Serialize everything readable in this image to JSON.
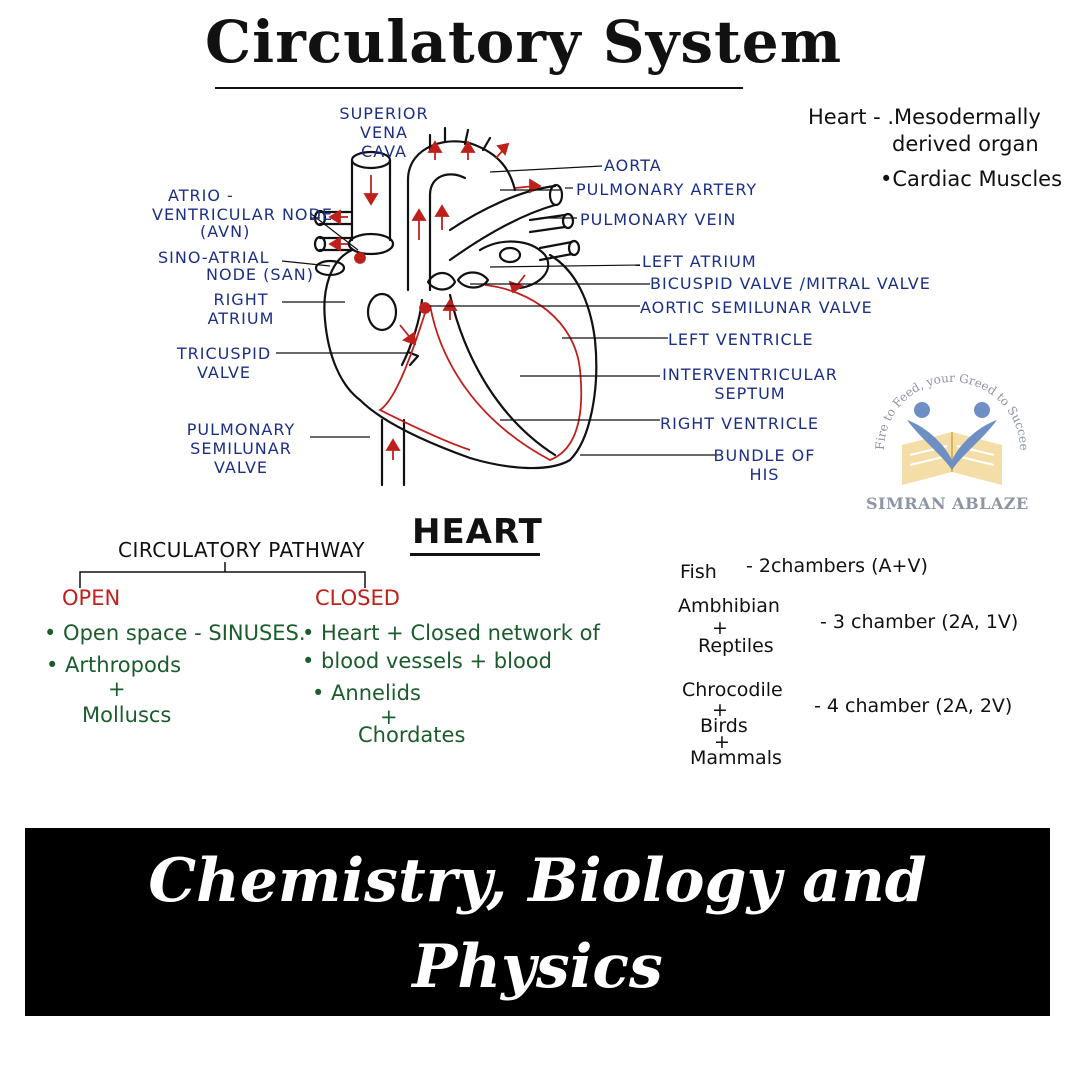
{
  "title": "Circulatory System",
  "notes": {
    "line1": "Heart - .Mesodermally",
    "line2": "derived organ",
    "line3": "•Cardiac Muscles"
  },
  "heart_labels": {
    "superior_vena_cava": "SUPERIOR VENA CAVA",
    "aorta": "AORTA",
    "pulmonary_artery": "PULMONARY ARTERY",
    "pulmonary_vein": "PULMONARY VEIN",
    "avn_1": "ATRIO -",
    "avn_2": "VENTRICULAR NODE",
    "avn_3": "(AVN)",
    "san_1": "SINO-ATRIAL",
    "san_2": "NODE (SAN)",
    "right_atrium": "RIGHT ATRIUM",
    "tricuspid_valve": "TRICUSPID VALVE",
    "pulmonary_semilunar_valve": "PULMONARY SEMILUNAR VALVE",
    "left_atrium": "LEFT ATRIUM",
    "bicuspid_valve": "BICUSPID VALVE /MITRAL VALVE",
    "aortic_semilunar_valve": "AORTIC SEMILUNAR VALVE",
    "left_ventricle": "LEFT VENTRICLE",
    "interventricular_septum": "INTERVENTRICULAR SEPTUM",
    "right_ventricle": "RIGHT VENTRICLE",
    "bundle_of_his": "BUNDLE OF HIS"
  },
  "heart_caption": "HEART",
  "pathway": {
    "heading": "CIRCULATORY PATHWAY",
    "open": {
      "label": "OPEN",
      "item1": "• Open space - SINUSES.",
      "item2a": "• Arthropods",
      "item2b": "+",
      "item2c": "Molluscs"
    },
    "closed": {
      "label": "CLOSED",
      "item1": "• Heart + Closed network of",
      "item2": "• blood vessels + blood",
      "item3a": "• Annelids",
      "item3b": "+",
      "item3c": "Chordates"
    }
  },
  "chambers": {
    "fish": "Fish",
    "fish_value": "- 2chambers (A+V)",
    "amphibian": "Ambhibian",
    "plus1": "+",
    "reptiles": "Reptiles",
    "amphibian_value": "- 3 chamber (2A, 1V)",
    "crocodile": "Chrocodile",
    "plus2": "+",
    "birds": "Birds",
    "plus3": "+",
    "mammals": "Mammals",
    "crocodile_value": "- 4 chamber (2A, 2V)"
  },
  "logo": {
    "name": "SIMRAN ABLAZE",
    "tagline": "Fire to Feed, your Greed to Succeed"
  },
  "banner": {
    "line1": "Chemistry, Biology and",
    "line2": "Physics"
  },
  "colors": {
    "label_blue": "#1c2f86",
    "arrow_red": "#c0201b",
    "note_green": "#1b5c2d",
    "banner_bg": "#000000",
    "logo_gray": "#8d95a3"
  }
}
